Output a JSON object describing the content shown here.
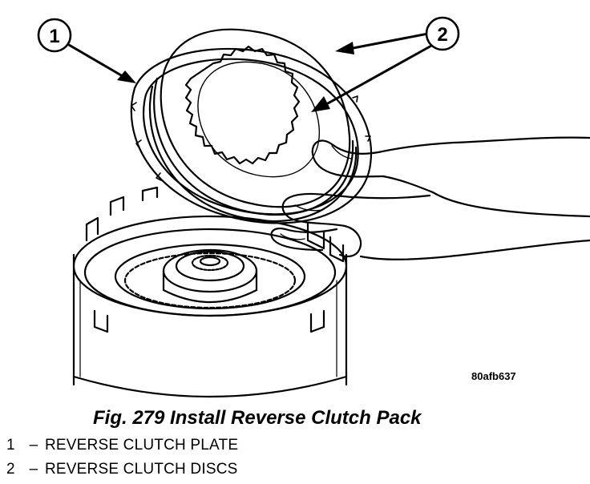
{
  "figure": {
    "caption": "Fig. 279 Install Reverse Clutch Pack",
    "reference_code": "80afb637",
    "callouts": [
      {
        "number": "1"
      },
      {
        "number": "2"
      }
    ],
    "legend": [
      {
        "number": "1",
        "separator": "–",
        "label": "REVERSE CLUTCH PLATE"
      },
      {
        "number": "2",
        "separator": "–",
        "label": "REVERSE CLUTCH DISCS"
      }
    ]
  },
  "colors": {
    "ink": "#000000",
    "paper": "#ffffff"
  }
}
